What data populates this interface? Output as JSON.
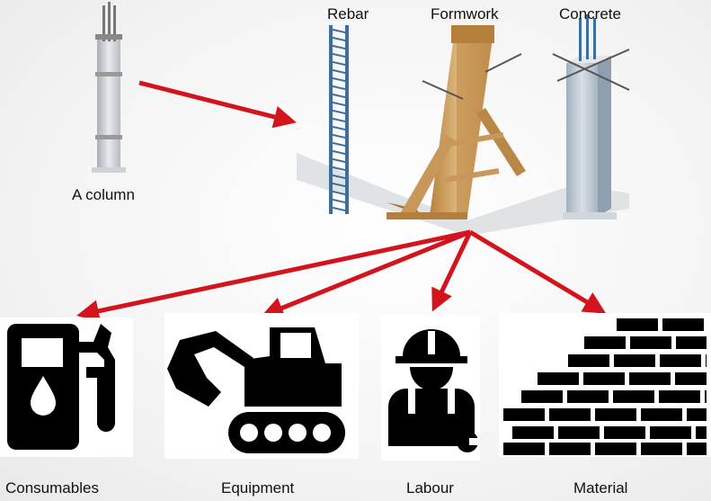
{
  "top_labels": {
    "rebar": "Rebar",
    "formwork": "Formwork",
    "concrete": "Concrete"
  },
  "column_caption": "A column",
  "resources": [
    {
      "label": "Consumables",
      "icon": "fuel-pump-icon"
    },
    {
      "label": "Equipment",
      "icon": "excavator-icon"
    },
    {
      "label": "Labour",
      "icon": "worker-icon"
    },
    {
      "label": "Material",
      "icon": "brick-wall-icon"
    }
  ],
  "colors": {
    "arrow": "#d4141c",
    "icon": "#000000",
    "wood": "#c79a5b",
    "rebar": "#3d6f9e",
    "concrete": "#b9c3cc"
  }
}
